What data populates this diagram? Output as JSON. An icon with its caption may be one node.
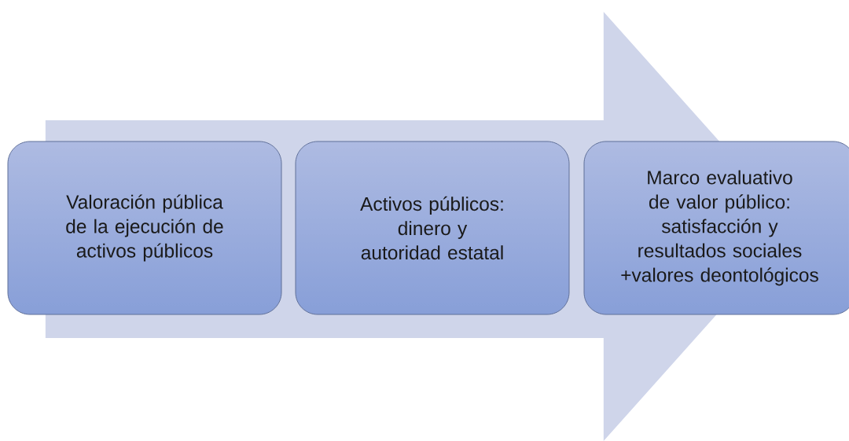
{
  "diagram": {
    "nodes": [
      {
        "text": [
          "Valoración pública de la ejecución de activos públicos"
        ]
      },
      {
        "text": [
          "Activos públicos: dinero y autoridad estatal"
        ]
      },
      {
        "text": [
          "Marco evaluativo de valor público: satisfacción y resultados sociales +valores deontológicos"
        ]
      }
    ],
    "edges": [
      {
        "from": 0,
        "to": 2,
        "arrow": "to"
      }
    ]
  }
}
